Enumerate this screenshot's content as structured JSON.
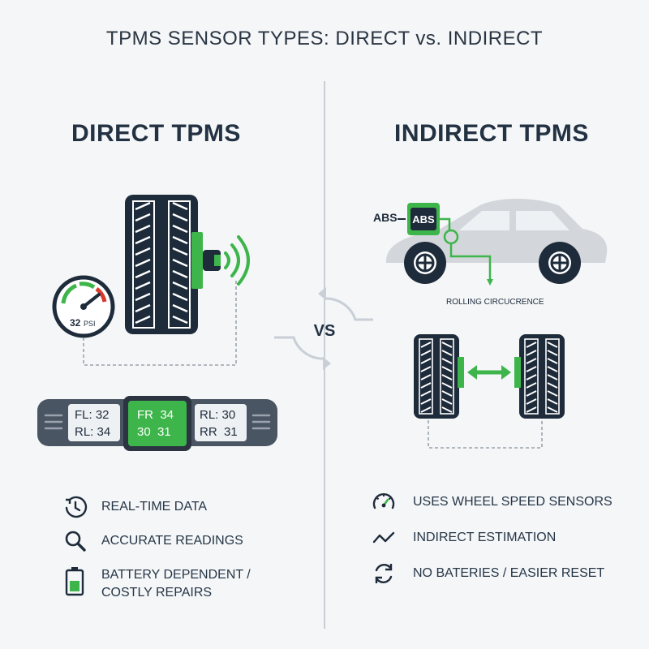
{
  "title": "TPMS SENSOR TYPES: DIRECT vs. INDIRECT",
  "vs_label": "VS",
  "direct": {
    "heading": "DIRECT TPMS",
    "gauge_value": "32",
    "gauge_unit": "PSI",
    "display": {
      "left": [
        "FL: 32",
        "RL: 34"
      ],
      "center": [
        "FR  34",
        "30  31"
      ],
      "right": [
        "RL: 30",
        "RR  31"
      ]
    },
    "features": [
      {
        "icon": "clock-icon",
        "text": "REAL-TIME DATA"
      },
      {
        "icon": "magnifier-icon",
        "text": "ACCURATE READINGS"
      },
      {
        "icon": "battery-icon",
        "text": "BATTERY DEPENDENT / COSTLY REPAIRS"
      }
    ]
  },
  "indirect": {
    "heading": "INDIRECT TPMS",
    "abs_label": "ABS",
    "abs_module": "ABS",
    "rolling_label": "ROLLING CIRCUCRENCE",
    "features": [
      {
        "icon": "speedometer-icon",
        "text": "USES WHEEL SPEED SENSORS"
      },
      {
        "icon": "wave-icon",
        "text": "INDIRECT ESTIMATION"
      },
      {
        "icon": "refresh-icon",
        "text": "NO BATERIES / EASIER RESET"
      }
    ]
  },
  "colors": {
    "accent_green": "#3db54a",
    "dark_navy": "#1e2b3a",
    "panel_gray": "#4a5563",
    "car_gray": "#d3d6da"
  }
}
